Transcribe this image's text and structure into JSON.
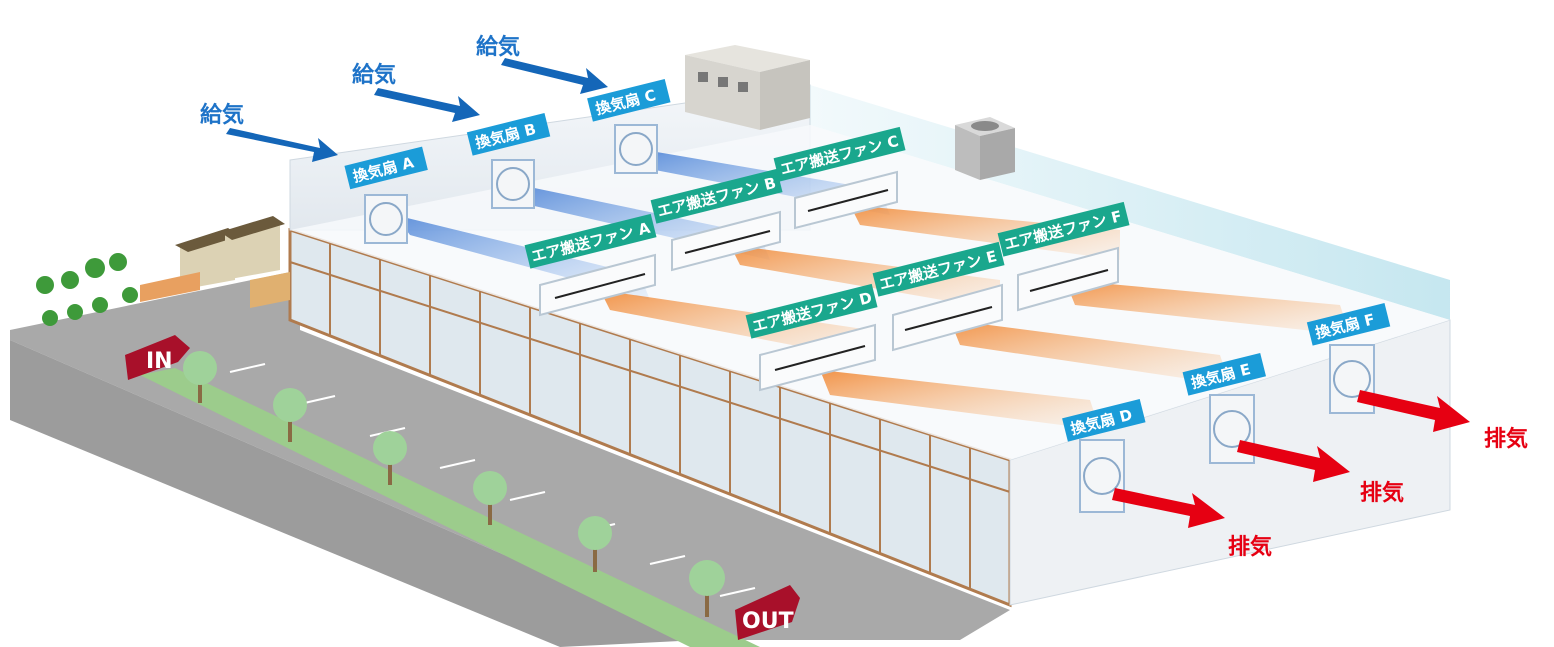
{
  "supply_labels": [
    "給気",
    "給気",
    "給気"
  ],
  "exhaust_labels": [
    "排気",
    "排気",
    "排気"
  ],
  "exhaust_fans": [
    "換気扇 A",
    "換気扇 B",
    "換気扇 C",
    "換気扇 D",
    "換気扇 E",
    "換気扇 F"
  ],
  "air_fans": [
    "エア搬送ファン A",
    "エア搬送ファン B",
    "エア搬送ファン C",
    "エア搬送ファン D",
    "エア搬送ファン E",
    "エア搬送ファン F"
  ],
  "signs": {
    "in": "IN",
    "out": "OUT"
  },
  "colors": {
    "label_bg": "#1b9cd8",
    "airfan_label_bg": "#1aa78d",
    "supply_arrow": "#1466b8",
    "exhaust_arrow": "#e60012",
    "cool_airflow": "#3b7fd6",
    "warm_airflow": "#f08a2c",
    "sign": "#a8102a"
  }
}
